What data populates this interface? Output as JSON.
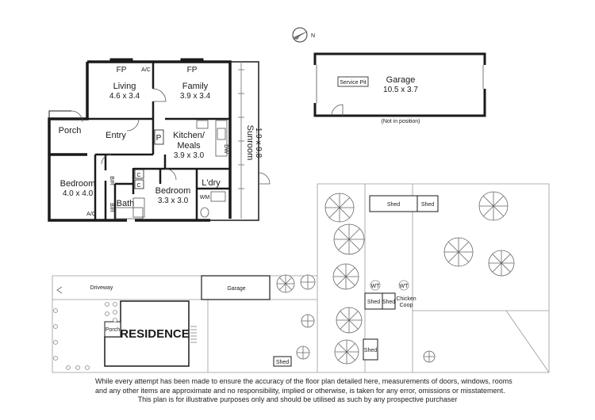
{
  "compass": {
    "north_label": "N"
  },
  "rooms": {
    "living": {
      "name": "Living",
      "dims": "4.6 x 3.4"
    },
    "family": {
      "name": "Family",
      "dims": "3.9 x 3.4"
    },
    "kitchen": {
      "name1": "Kitchen/",
      "name2": "Meals",
      "dims": "3.9 x 3.0"
    },
    "sunroom": {
      "name": "Sunroom",
      "dims": "1.9 x 9.8"
    },
    "porch": {
      "name": "Porch"
    },
    "entry": {
      "name": "Entry"
    },
    "bedroom1": {
      "name": "Bedroom",
      "dims": "4.0 x 4.0"
    },
    "bedroom2": {
      "name": "Bedroom",
      "dims": "3.3 x 3.0"
    },
    "bath": {
      "name": "Bath"
    },
    "laundry": {
      "name": "L'dry"
    }
  },
  "fixtures": {
    "fp": "FP",
    "ac": "A/C",
    "pantry": "P",
    "dw": "DW",
    "bir": "BIR",
    "cupboard": "C",
    "wm": "WM"
  },
  "garage": {
    "name": "Garage",
    "dims": "10.5 x 3.7",
    "note": "(Not in position)",
    "service_pit": "Service Pit"
  },
  "site": {
    "driveway": "Driveway",
    "garage": "Garage",
    "residence": "RESIDENCE",
    "porch": "Porch",
    "shed": "Shed",
    "wt": "WT",
    "chicken_coop_1": "Chicken",
    "chicken_coop_2": "Coop"
  },
  "disclaimer": {
    "line1": "While every attempt has been made to ensure the accuracy of the floor plan detailed here, measurements of doors, windows, rooms",
    "line2": "and any other items are approximate and no responsibility, implied or otherwise, is taken for any error, omissions or misstatement.",
    "line3": "This plan is for illustrative purposes only and should be utilised as such by any prospective purchaser"
  }
}
